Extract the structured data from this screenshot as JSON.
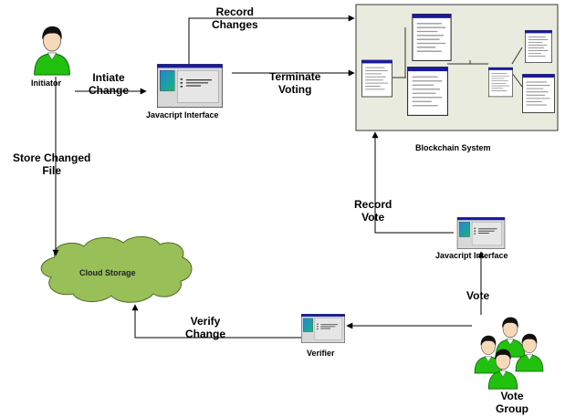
{
  "nodes": {
    "initiator": "Initiator",
    "js_interface_top": "Javacript Interface",
    "js_interface_bottom": "Javacript Interface",
    "blockchain": "Blockchain System",
    "cloud": "Cloud Storage",
    "verifier": "Verifier",
    "vote_group": [
      "Vote",
      "Group"
    ]
  },
  "edges": {
    "initiate_change": [
      "Intiate",
      "Change"
    ],
    "record_changes": [
      "Record",
      "Changes"
    ],
    "terminate_voting": [
      "Terminate",
      "Voting"
    ],
    "store_changed_file": [
      "Store Changed",
      "File"
    ],
    "record_vote": [
      "Record",
      "Vote"
    ],
    "vote": "Vote",
    "verify_change": [
      "Verify",
      "Change"
    ]
  },
  "colors": {
    "person_green": "#22c10f",
    "cloud_green": "#98bf58",
    "blockchain_bg": "#e9ebdf",
    "window_titlebar": "#1a1a9e"
  },
  "icons": [
    "person-icon",
    "application-window-icon",
    "database-table-icon",
    "cloud-icon",
    "people-group-icon"
  ]
}
